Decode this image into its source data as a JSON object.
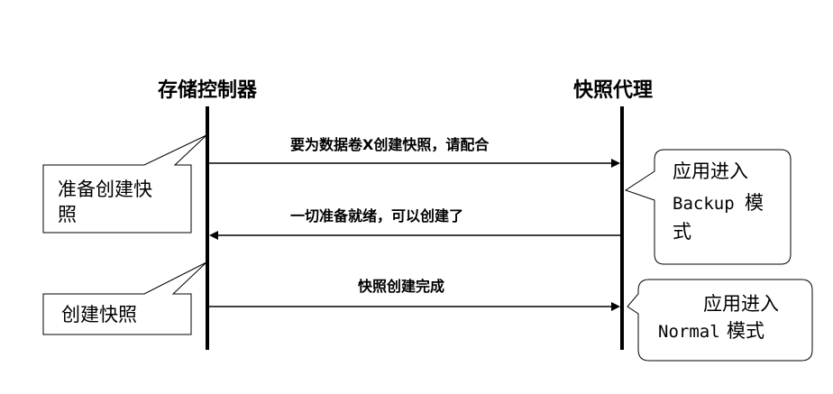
{
  "actors": {
    "storage_controller": "存储控制器",
    "snapshot_agent": "快照代理"
  },
  "messages": [
    {
      "text": "要为数据卷X创建快照，请配合",
      "direction": "right"
    },
    {
      "text": "一切准备就绪，可以创建了",
      "direction": "left"
    },
    {
      "text": "快照创建完成",
      "direction": "right"
    }
  ],
  "notes": {
    "left_1": {
      "line1": "准备创建快",
      "line2": "照"
    },
    "left_2": {
      "line1": "创建快照"
    },
    "right_1": {
      "line1": "应用进入",
      "line2_prefix": "Backup",
      "line2_suffix": "模",
      "line3": "式"
    },
    "right_2": {
      "line1": "应用进入",
      "line2_prefix": "Normal",
      "line2_suffix": "模式"
    }
  }
}
